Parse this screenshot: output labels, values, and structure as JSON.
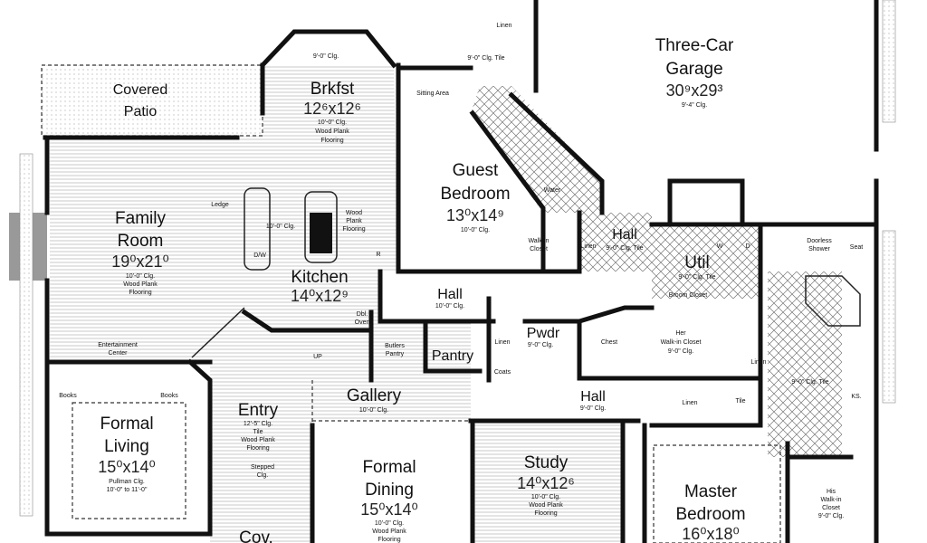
{
  "rooms": {
    "patio": {
      "line1": "Covered",
      "line2": "Patio"
    },
    "brkfst": {
      "name": "Brkfst",
      "size": "12⁶x12⁶",
      "bay_ceiling": "9'-0\" Clg.",
      "ceiling": "10'-0\" Clg.",
      "floor1": "Wood Plank",
      "floor2": "Flooring"
    },
    "sitting": {
      "name": "Sitting Area"
    },
    "garage": {
      "line1": "Three-Car",
      "line2": "Garage",
      "size": "30⁹x29³",
      "ceiling": "9'-4\" Clg."
    },
    "guest": {
      "line1": "Guest",
      "line2": "Bedroom",
      "size": "13⁰x14⁹",
      "ceiling": "10'-0\" Clg.",
      "bath_ceiling": "9'-0\" Clg. Tile",
      "linen": "Linen",
      "water": "Water"
    },
    "family": {
      "line1": "Family",
      "line2": "Room",
      "size": "19⁰x21⁰",
      "ceiling": "10'-0\" Clg.",
      "floor1": "Wood Plank",
      "floor2": "Flooring",
      "ledge": "Ledge",
      "ent1": "Entertainment",
      "ent2": "Center"
    },
    "kitchen": {
      "name": "Kitchen",
      "size": "14⁰x12⁹",
      "ceiling": "10'-0\" Clg.",
      "floor1": "Wood",
      "floor2": "Plank",
      "floor3": "Flooring",
      "dw": "D/W",
      "fridge": "R",
      "oven1": "Dbl.",
      "oven2": "Oven"
    },
    "hall_main": {
      "name": "Hall",
      "ceiling": "10'-0\" Clg."
    },
    "hall_util": {
      "name": "Hall",
      "ceiling": "9'-0\" Clg. Tile"
    },
    "walkin_guest": {
      "line1": "Walk-in",
      "line2": "Closet",
      "linen": "Linen"
    },
    "util": {
      "name": "Util",
      "ceiling": "9'-0\" Clg. Tile",
      "washer": "W",
      "dryer": "D",
      "broom": "Broom Closet"
    },
    "shower": {
      "line1": "Doorless",
      "line2": "Shower",
      "seat": "Seat"
    },
    "pantry": {
      "name": "Pantry",
      "butlers1": "Butlers",
      "butlers2": "Pantry",
      "linen": "Linen",
      "coats": "Coats"
    },
    "pwdr": {
      "name": "Pwdr",
      "ceiling": "9'-0\" Clg."
    },
    "her_closet": {
      "chest": "Chest",
      "line1": "Her",
      "line2": "Walk-in Closet",
      "ceiling": "9'-0\" Clg.",
      "linen": "Linen"
    },
    "hall_master": {
      "name": "Hall",
      "ceiling": "9'-0\" Clg.",
      "linen": "Linen",
      "tile": "Tile"
    },
    "master_bath": {
      "ceiling": "9'-0\" Clg. Tile",
      "ks": "KS."
    },
    "formal_living": {
      "line1": "Formal",
      "line2": "Living",
      "size": "15⁰x14⁰",
      "ceiling1": "Pullman Clg.",
      "ceiling2": "10'-0\" to 11'-0\"",
      "books": "Books"
    },
    "entry": {
      "name": "Entry",
      "ceiling": "12'-5\" Clg.",
      "tile": "Tile",
      "floor1": "Wood Plank",
      "floor2": "Flooring",
      "stepped1": "Stepped",
      "stepped2": "Clg."
    },
    "stairs": {
      "label": "UP"
    },
    "gallery": {
      "name": "Gallery",
      "ceiling": "10'-0\" Clg."
    },
    "dining": {
      "line1": "Formal",
      "line2": "Dining",
      "size": "15⁰x14⁰",
      "ceiling": "10'-0\" Clg.",
      "floor1": "Wood Plank",
      "floor2": "Flooring"
    },
    "study": {
      "name": "Study",
      "size": "14⁰x12⁶",
      "ceiling": "10'-0\" Clg.",
      "floor1": "Wood Plank",
      "floor2": "Flooring"
    },
    "master": {
      "line1": "Master",
      "line2": "Bedroom",
      "size": "16⁰x18⁰"
    },
    "his_closet": {
      "line1": "His",
      "line2": "Walk-in",
      "line3": "Closet",
      "ceiling": "9'-0\" Clg."
    },
    "porch": {
      "name": "Cov."
    }
  }
}
